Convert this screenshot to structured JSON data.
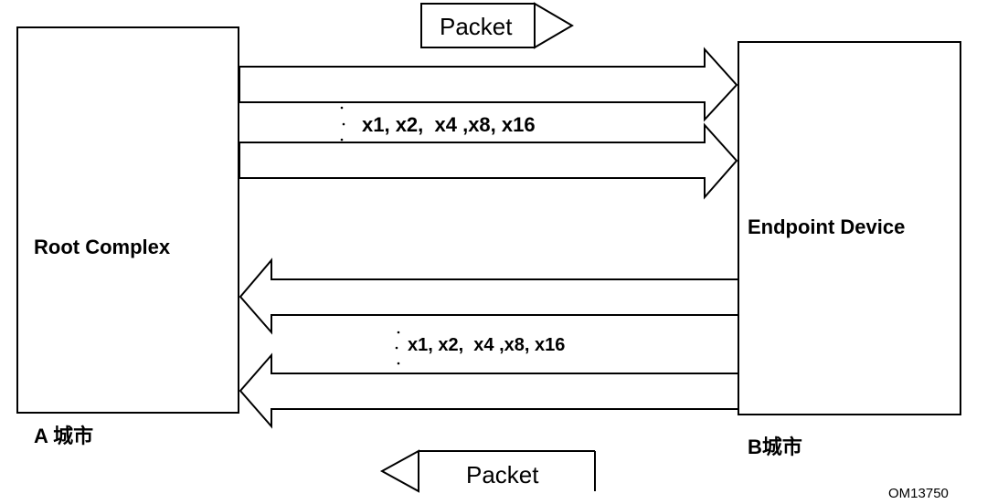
{
  "root_complex": {
    "label": "Root Complex",
    "caption": "A 城市"
  },
  "endpoint": {
    "label": "Endpoint Device",
    "caption": "B城市"
  },
  "forward": {
    "packet_label": "Packet",
    "lanes_label": "x1, x2,  x4 ,x8, x16"
  },
  "reverse": {
    "packet_label": "Packet",
    "lanes_label": "x1, x2,  x4 ,x8, x16"
  },
  "figure_id": "OM13750"
}
